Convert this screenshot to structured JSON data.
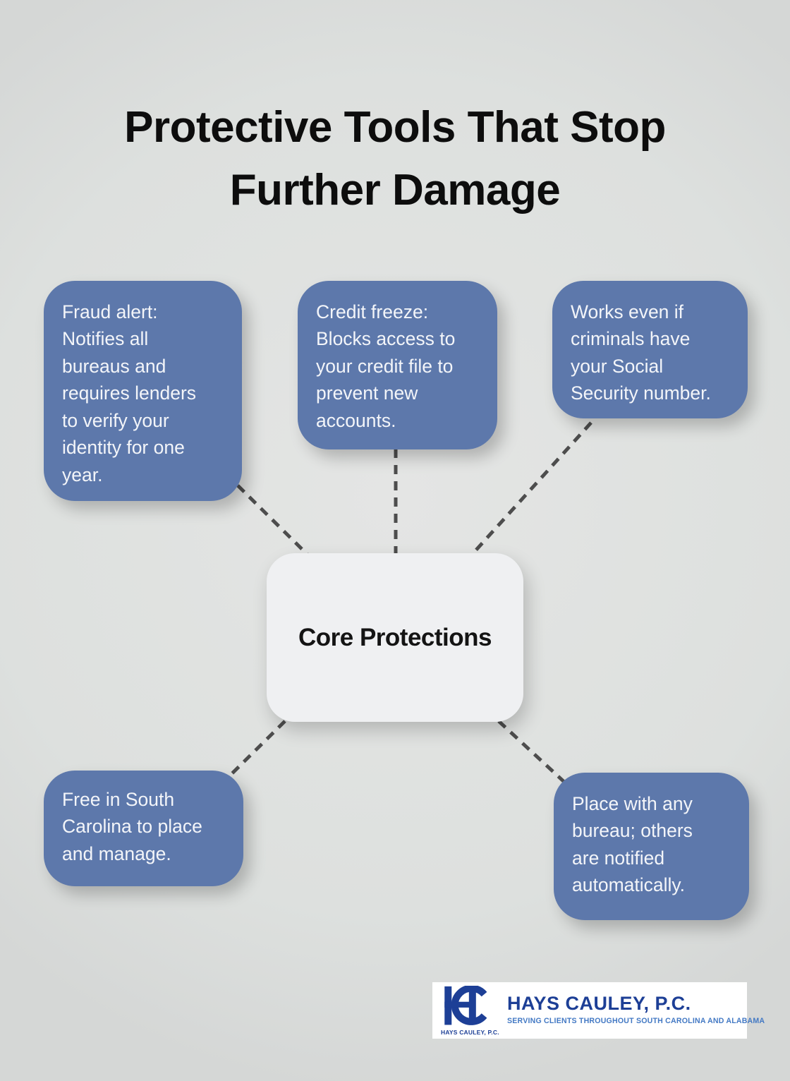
{
  "title": "Protective Tools That Stop\nFurther Damage",
  "center": {
    "label": "Core Protections"
  },
  "nodes": [
    {
      "id": "fraud-alert",
      "text": "Fraud alert:\nNotifies all\nbureaus and\nrequires lenders\nto verify your\nidentity for one\nyear."
    },
    {
      "id": "credit-freeze",
      "text": "Credit freeze:\nBlocks access to\nyour credit file to\nprevent new\naccounts."
    },
    {
      "id": "works-even-if",
      "text": "Works even if\ncriminals have\nyour Social\nSecurity number."
    },
    {
      "id": "free-in-sc",
      "text": "Free in South\nCarolina to place\nand manage."
    },
    {
      "id": "place-any-bureau",
      "text": "Place with any\nbureau; others\nare notified\nautomatically."
    }
  ],
  "logo": {
    "monogram": "HC",
    "monogram_caption": "HAYS CAULEY, P.C.",
    "name": "HAYS CAULEY, P.C.",
    "tagline": "SERVING CLIENTS THROUGHOUT SOUTH CAROLINA AND ALABAMA"
  },
  "colors": {
    "background": "#dde0de",
    "nodeBlue": "#5d78ab",
    "nodeText": "#f3f5f9",
    "centerBg": "#eff0f2",
    "centerText": "#141414",
    "connector": "#4d4d4d",
    "logoNavy": "#1d3f96",
    "logoLightBlue": "#4379c4",
    "logoPanel": "#ffffff"
  }
}
